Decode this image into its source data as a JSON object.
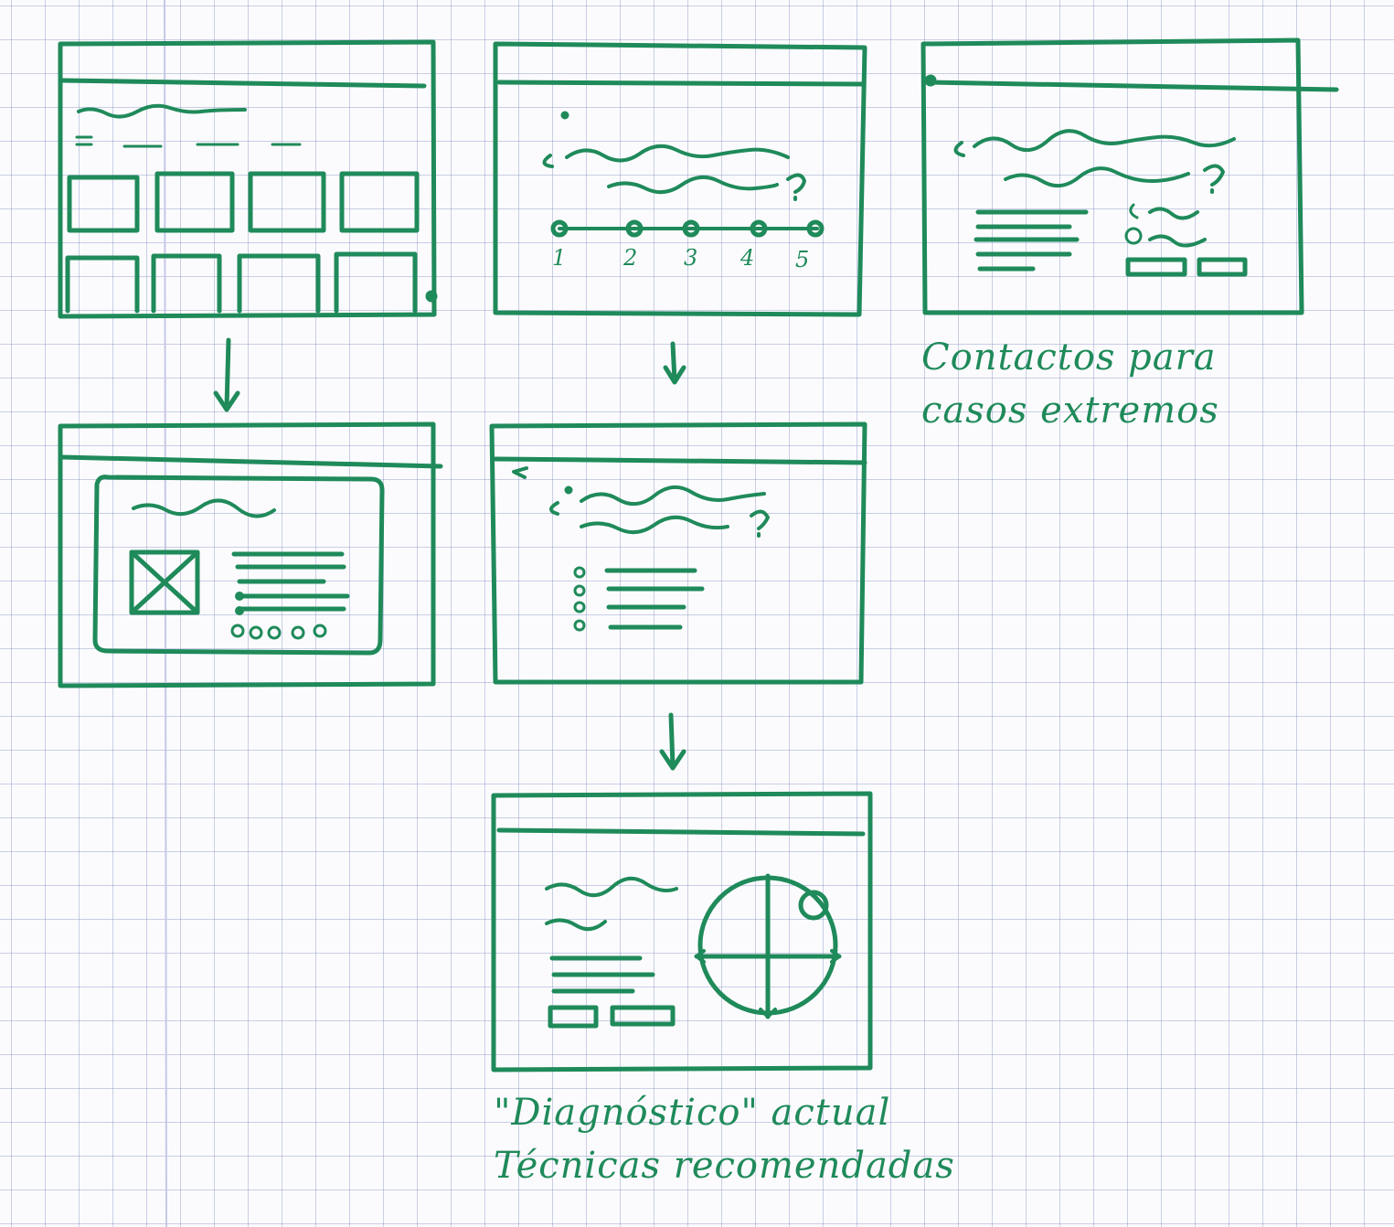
{
  "colors": {
    "ink": "#1f8a5a",
    "grid": "#9aa4d4",
    "paper": "#fbfbfd"
  },
  "wireframes": [
    {
      "id": "home-grid"
    },
    {
      "id": "question-scale",
      "scale_labels": [
        "1",
        "2",
        "3",
        "4",
        "5"
      ]
    },
    {
      "id": "contacts"
    },
    {
      "id": "detail-card"
    },
    {
      "id": "question-options"
    },
    {
      "id": "diagnosis"
    }
  ],
  "annotations": {
    "contacts_line1": "Contactos para",
    "contacts_line2": "casos extremos",
    "diagnosis_line1": "\"Diagnóstico\" actual",
    "diagnosis_line2": "Técnicas recomendadas"
  }
}
